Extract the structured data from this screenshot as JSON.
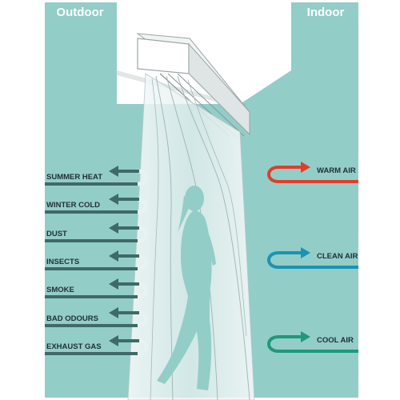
{
  "labels": {
    "outdoor": "Outdoor",
    "indoor": "Indoor"
  },
  "outdoor_threats": [
    "SUMMER HEAT",
    "WINTER COLD",
    "DUST",
    "INSECTS",
    "SMOKE",
    "BAD ODOURS",
    "EXHAUST GAS"
  ],
  "indoor_benefits": [
    {
      "label": "WARM AIR",
      "color": "#e23d2b"
    },
    {
      "label": "CLEAN AIR",
      "color": "#1b93b3"
    },
    {
      "label": "COOL AIR",
      "color": "#1e9a78"
    }
  ],
  "colors": {
    "background": "#93cdc8",
    "threat_arrow": "#3e6a68",
    "curtain": "#e9f2f2",
    "ceiling": "#ffffff",
    "text": "#1f2f36"
  }
}
